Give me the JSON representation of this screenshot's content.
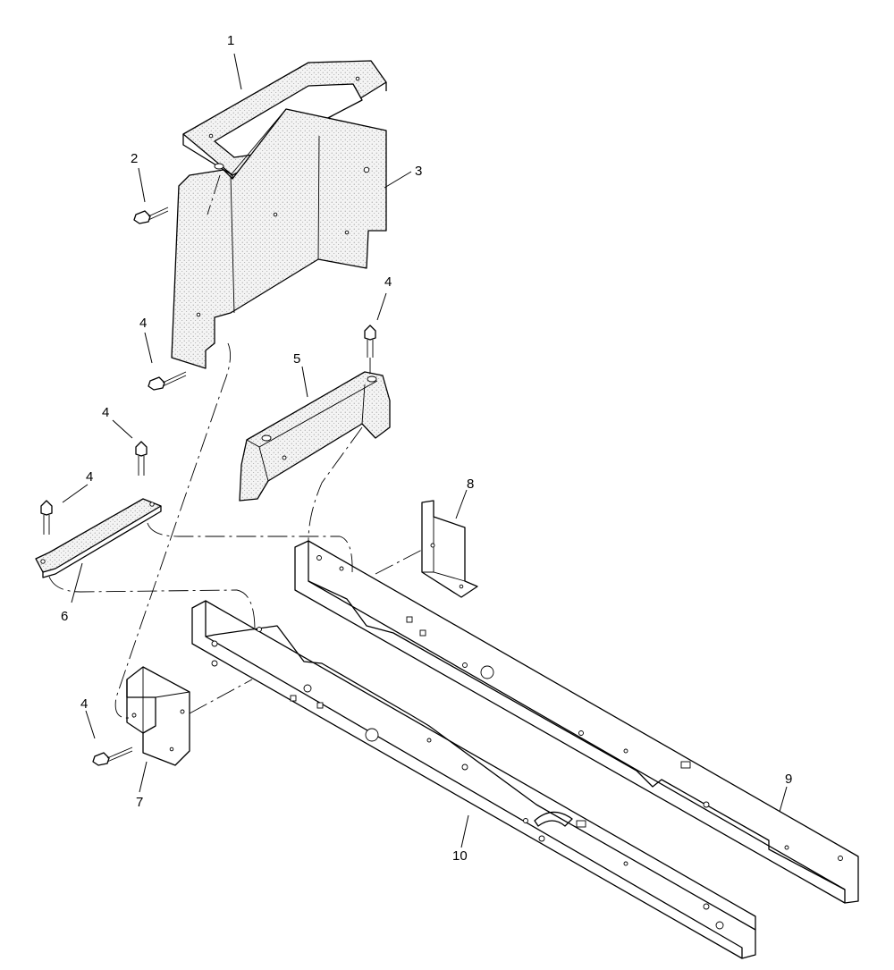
{
  "callouts": {
    "c1": "1",
    "c2": "2",
    "c3": "3",
    "c4a": "4",
    "c4b": "4",
    "c4c": "4",
    "c4d": "4",
    "c4e": "4",
    "c5": "5",
    "c6": "6",
    "c7": "7",
    "c8": "8",
    "c9": "9",
    "c10": "10"
  }
}
